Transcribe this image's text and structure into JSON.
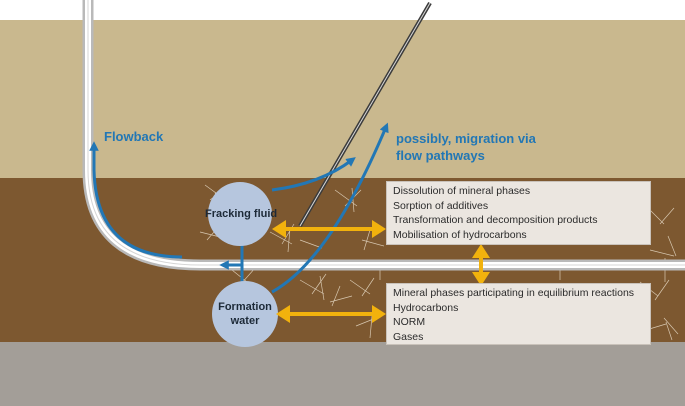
{
  "labels": {
    "flowback": "Flowback",
    "migration_line1": "possibly, migration via",
    "migration_line2": "flow pathways",
    "fracking_fluid": "Fracking fluid",
    "formation_water_line1": "Formation",
    "formation_water_line2": "water"
  },
  "upper_box": {
    "lines": [
      "Dissolution of mineral phases",
      "Sorption of additives",
      "Transformation and decomposition products",
      "Mobilisation of hydrocarbons"
    ]
  },
  "lower_box": {
    "lines": [
      "Mineral phases participating in equilibrium reactions",
      "Hydrocarbons",
      "NORM",
      "Gases"
    ]
  },
  "colors": {
    "sky": "#ffffff",
    "upper_layer": "#c9b88e",
    "shale_layer": "#7d5830",
    "lower_layer": "#a39e98",
    "flow_arrow": "#2277b5",
    "exchange_arrow": "#f2b20d",
    "circle_fill": "#b6c6de",
    "box_fill": "#ebe6e0"
  }
}
